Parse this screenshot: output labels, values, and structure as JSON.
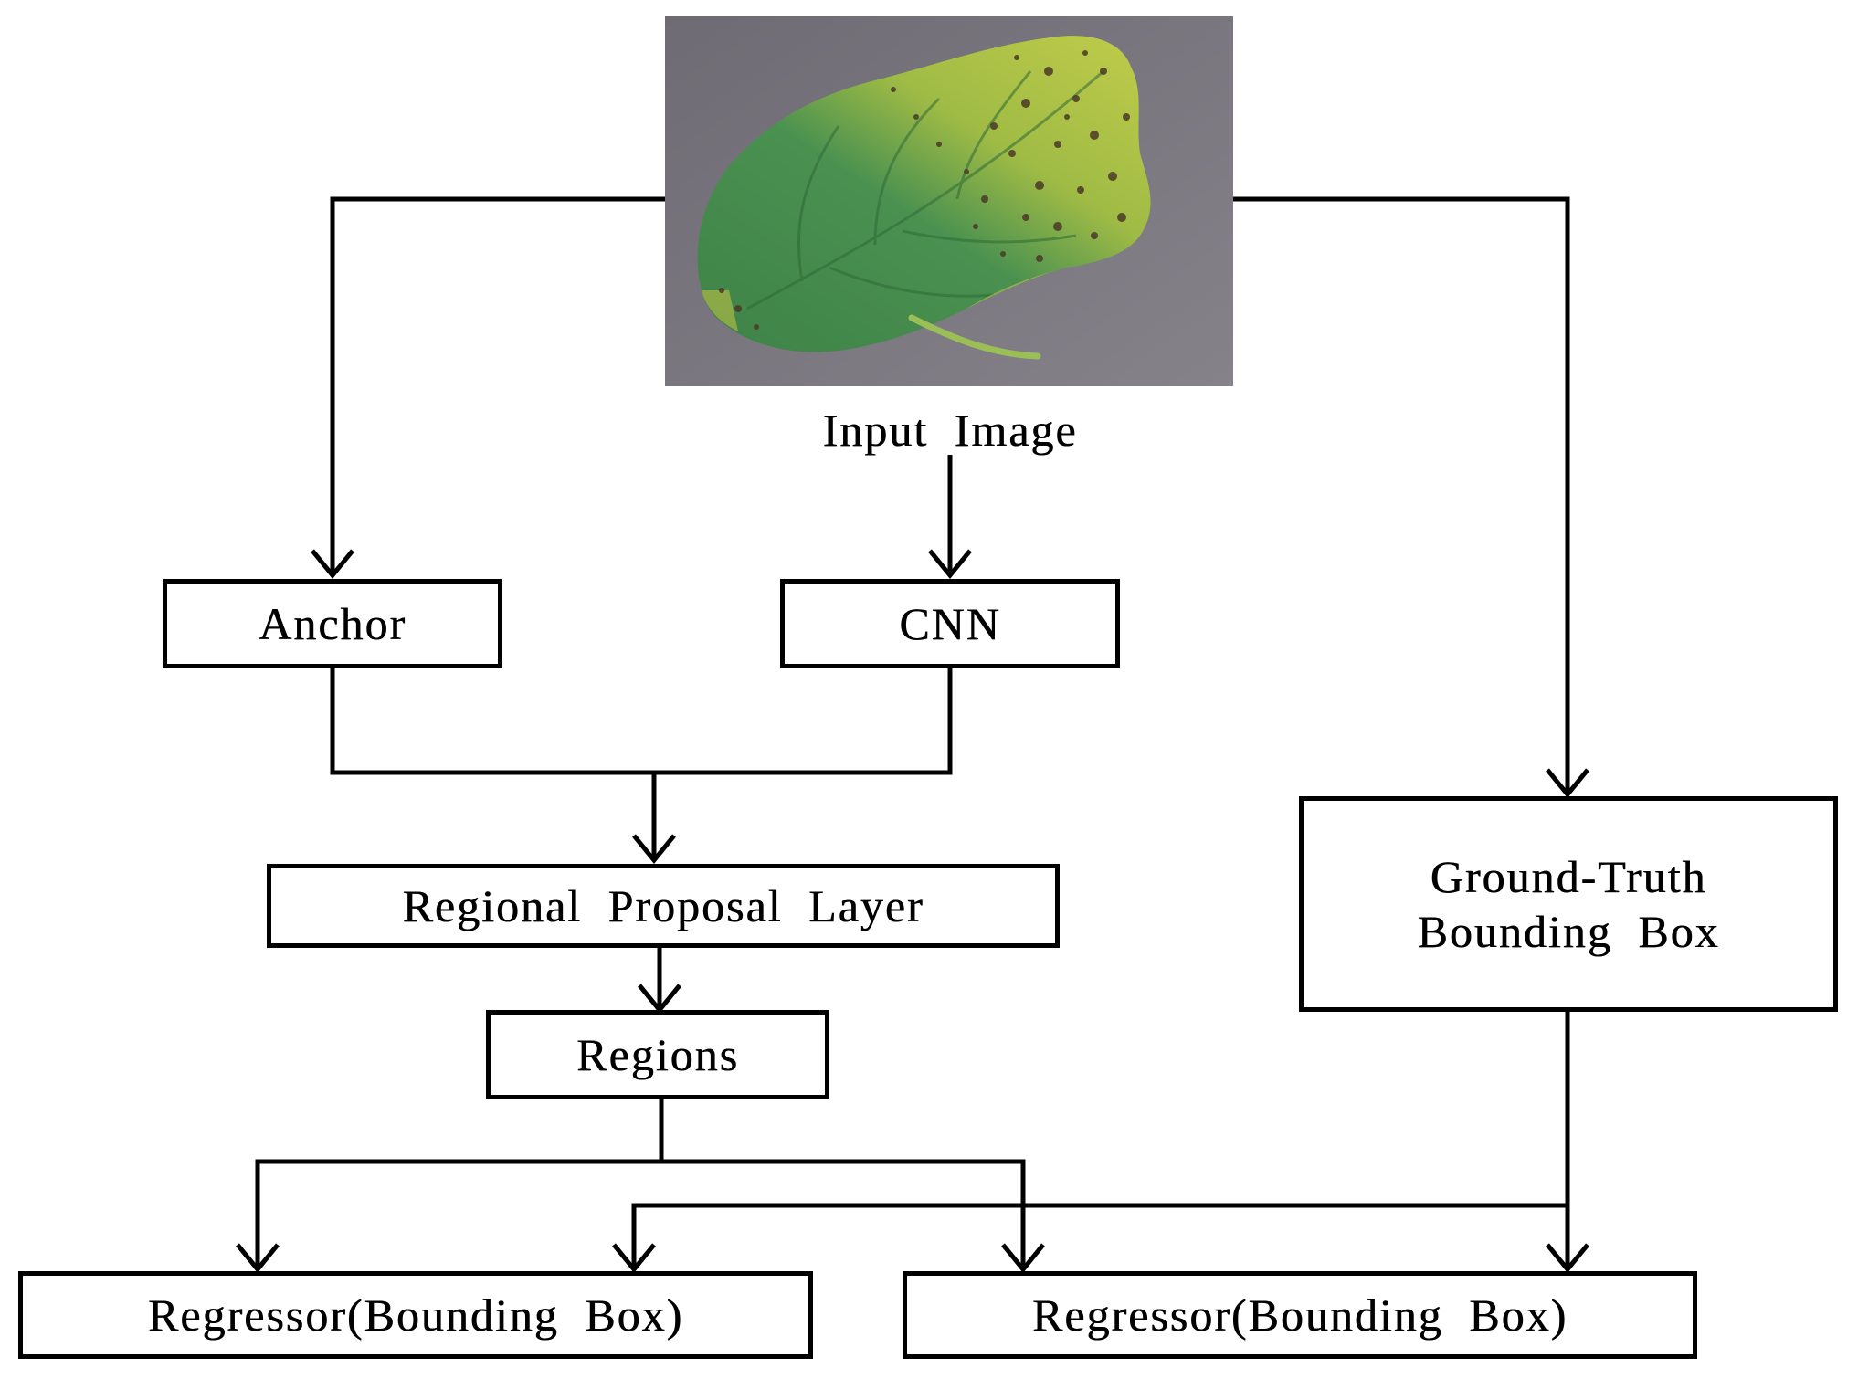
{
  "diagram": {
    "input_label": "Input Image",
    "nodes": {
      "anchor": "Anchor",
      "cnn": "CNN",
      "rpl": "Regional Proposal Layer",
      "regions": "Regions",
      "gt_line1": "Ground-Truth",
      "gt_line2": "Bounding Box",
      "regressor_left": "Regressor(Bounding Box)",
      "regressor_right": "Regressor(Bounding Box)"
    },
    "colors": {
      "background": "#ffffff",
      "lines": "#000000",
      "photo_background": "#77737a",
      "leaf_green": "#3f8a48",
      "leaf_yellow": "#c9cf49"
    }
  }
}
